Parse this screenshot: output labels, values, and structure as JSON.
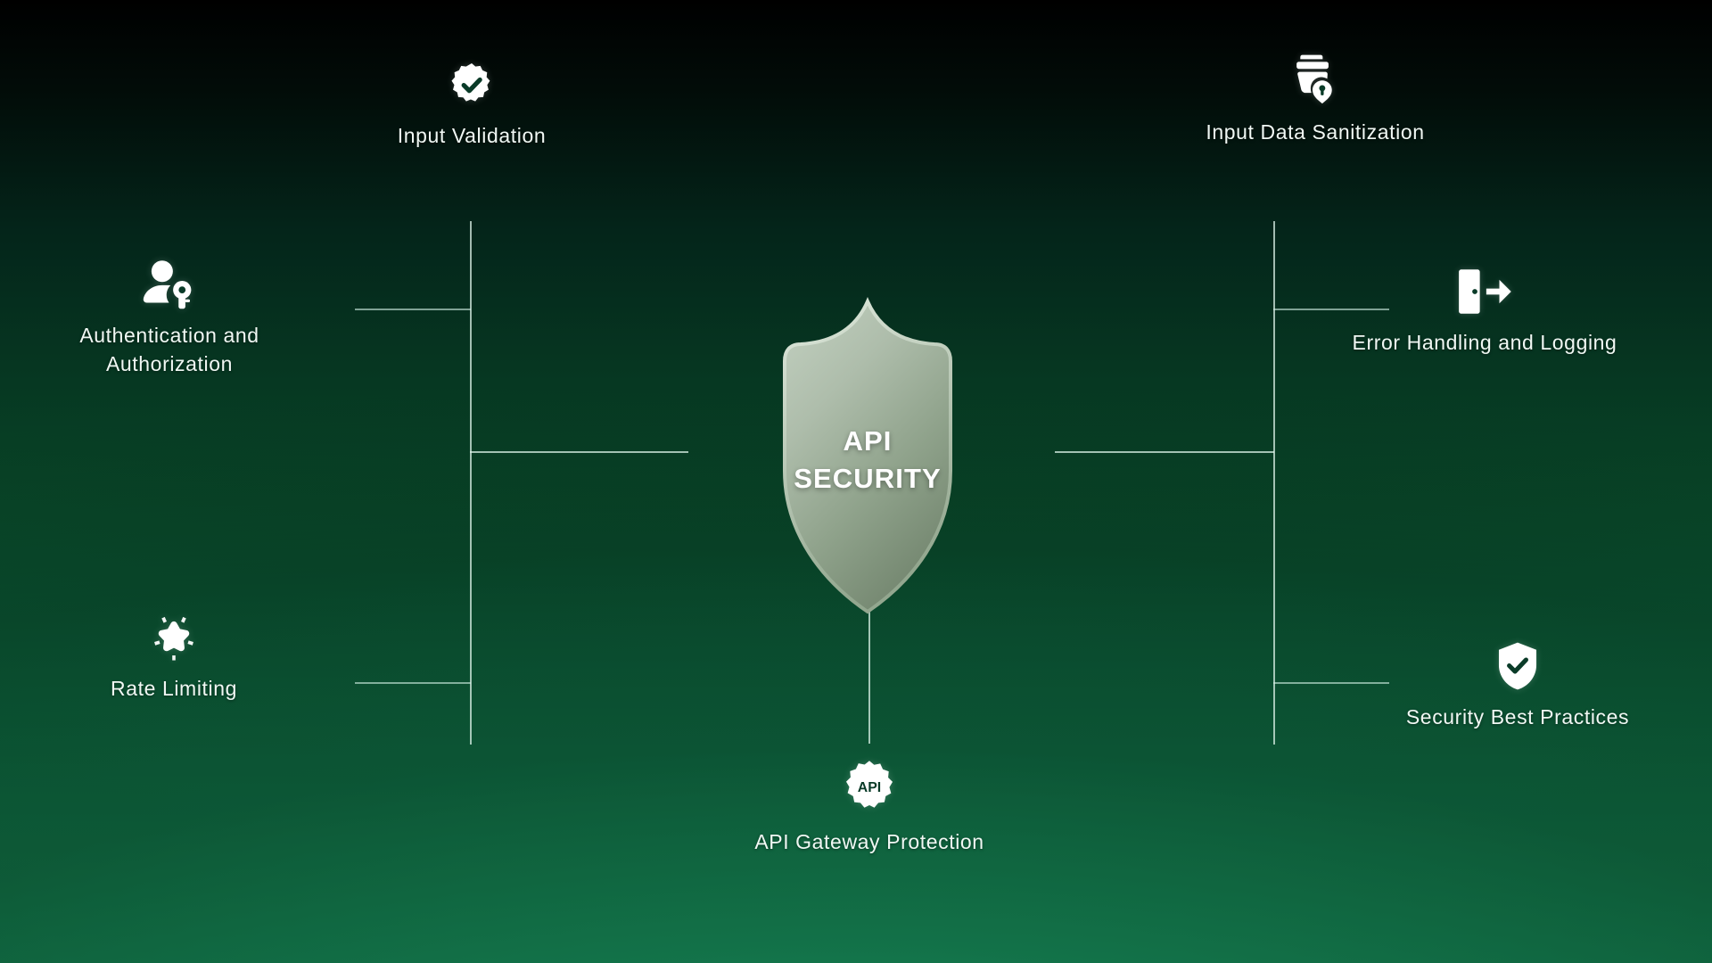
{
  "diagram": {
    "center": {
      "icon": "shield-icon",
      "title_line1": "API",
      "title_line2": "SECURITY",
      "fill_top": "#b9c9b9",
      "fill_bottom": "#7c8f78"
    },
    "background": {
      "top_color": "#000000",
      "bottom_color": "#117845"
    },
    "connector_color": "#e1f5eb",
    "nodes": [
      {
        "id": "input-validation",
        "label": "Input Validation",
        "icon": "verified-check-badge-icon"
      },
      {
        "id": "input-data-sanitization",
        "label": "Input Data Sanitization",
        "icon": "folder-lock-icon"
      },
      {
        "id": "authentication",
        "label": "Authentication and\nAuthorization",
        "icon": "user-key-icon"
      },
      {
        "id": "error-handling",
        "label": "Error Handling and Logging",
        "icon": "exit-door-arrow-icon"
      },
      {
        "id": "rate-limiting",
        "label": "Rate Limiting",
        "icon": "sparkle-star-icon"
      },
      {
        "id": "security-best-practices",
        "label": "Security Best Practices",
        "icon": "shield-check-icon"
      },
      {
        "id": "api-gateway-protection",
        "label": "API Gateway Protection",
        "icon": "gear-api-icon"
      }
    ]
  }
}
